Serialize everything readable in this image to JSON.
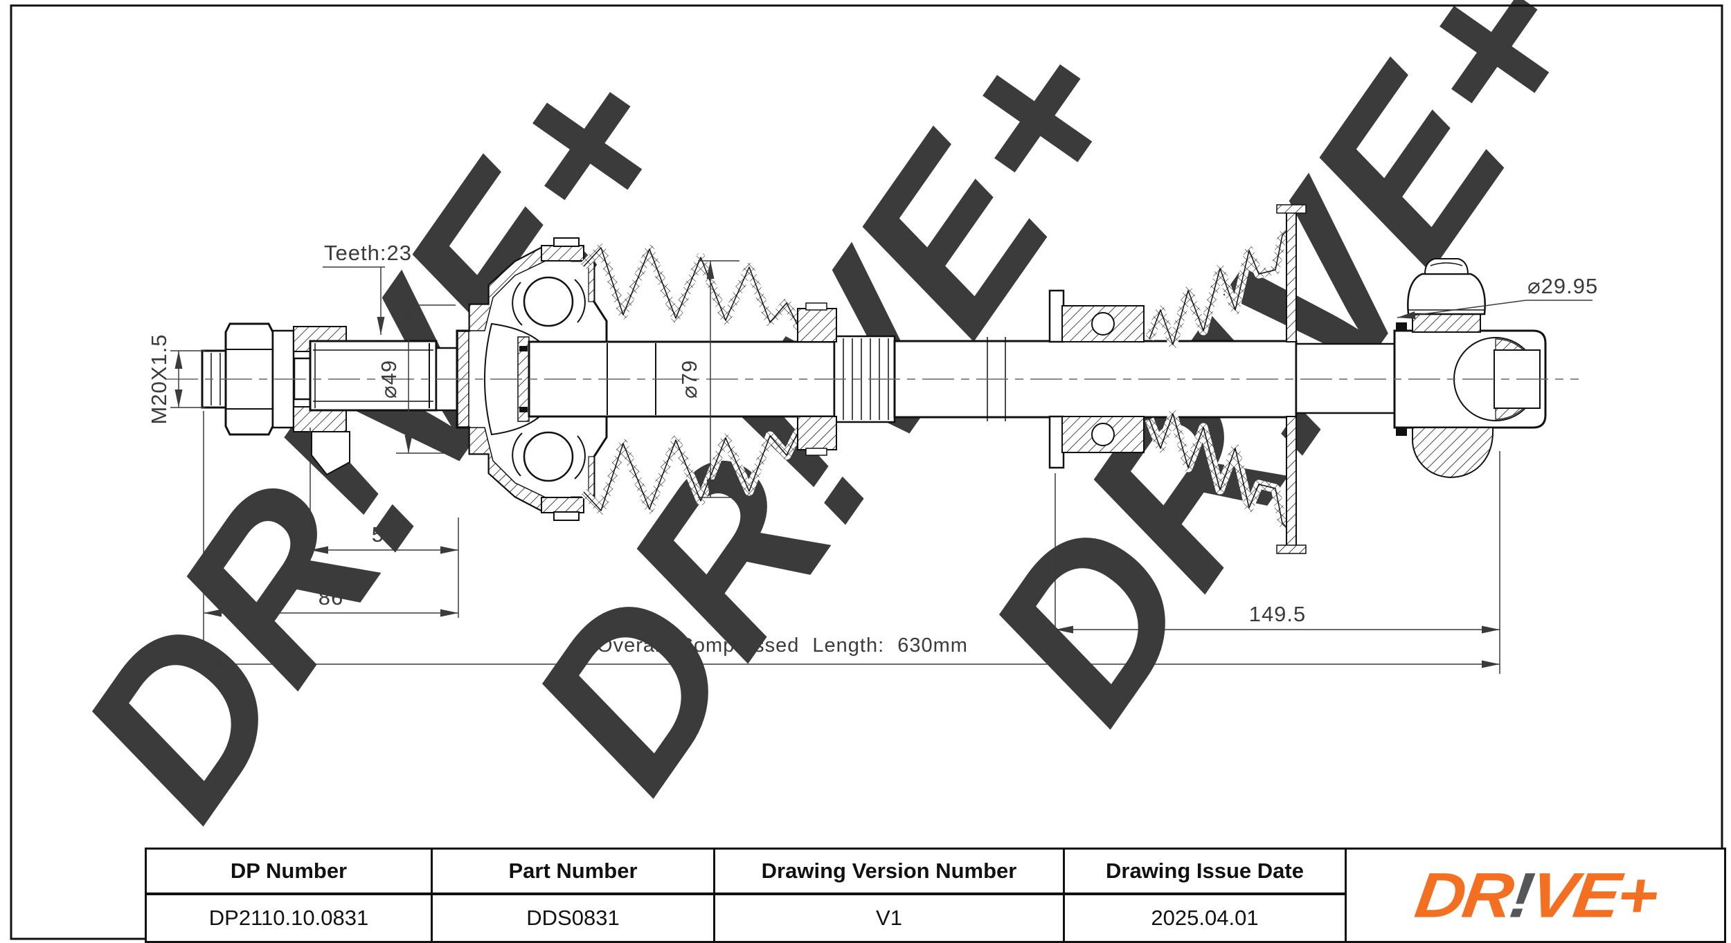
{
  "page": {
    "background": "#ffffff",
    "frame_color": "#111111"
  },
  "watermark": {
    "text": "DR!VE+",
    "color": "#ebebeb"
  },
  "drawing": {
    "teeth_label": "Teeth:23",
    "thread_label": "M20X1.5",
    "dia_49": "⌀49",
    "dia_79": "⌀79",
    "dia_2995": "⌀29.95",
    "dim_52": "52",
    "dim_86": "86",
    "dim_1495": "149.5",
    "overall_label": "Overall Compressed Length: 630mm"
  },
  "table": {
    "headers": [
      "DP Number",
      "Part Number",
      "Drawing Version Number",
      "Drawing Issue Date"
    ],
    "values": [
      "DP2110.10.0831",
      "DDS0831",
      "V1",
      "2025.04.01"
    ]
  },
  "logo": {
    "part1": "DR",
    "excl": "!",
    "part2": "VE+",
    "orange": "#F36F21",
    "dark": "#55565A"
  }
}
